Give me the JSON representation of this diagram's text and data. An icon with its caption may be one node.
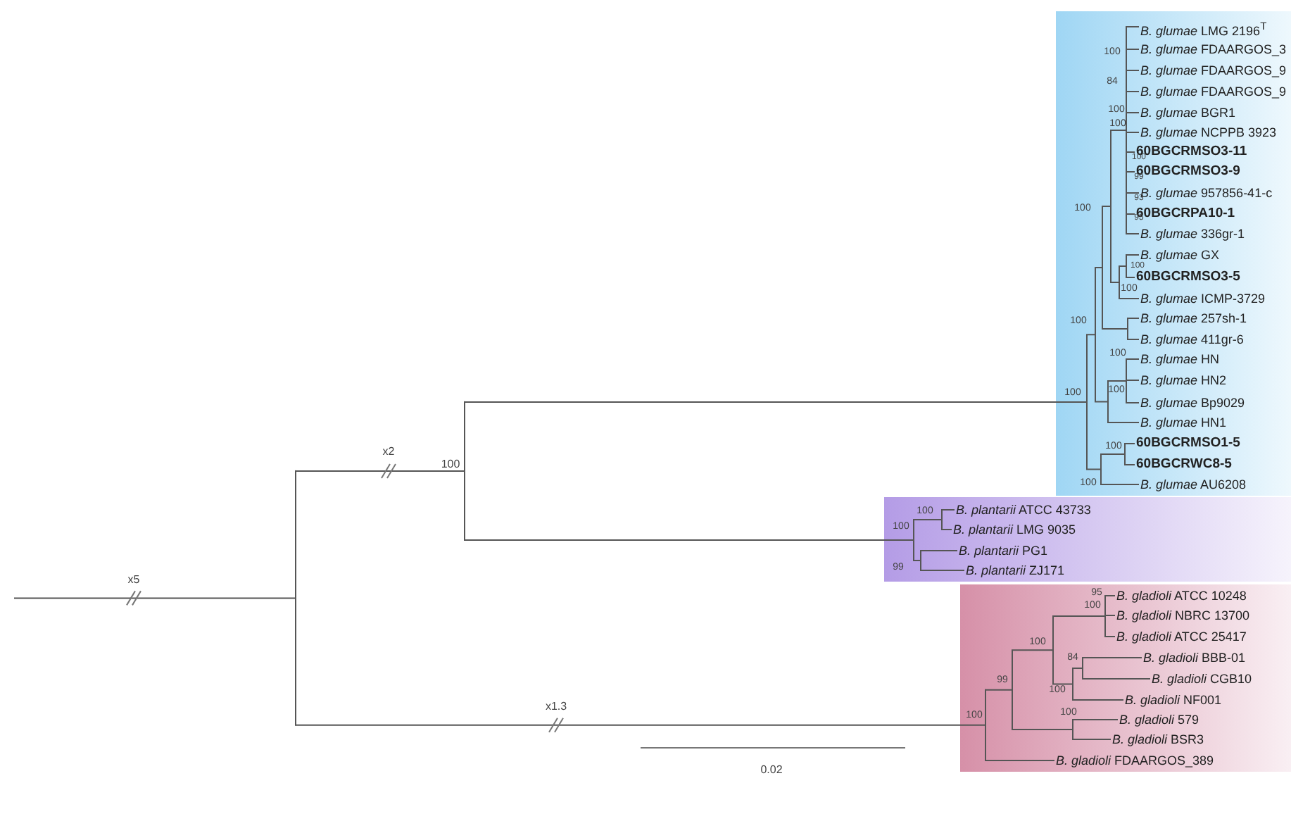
{
  "diagram": {
    "nodes": [
      {
        "text": [],
        "shape": "box"
      },
      {
        "text": [
          "*B. glumae* LMG 2196$^{T}$"
        ],
        "in": 0
      },
      {
        "text": [
          "*B. glumae* FDAARGOS_3"
        ],
        "in": 0
      },
      {
        "text": [
          "*B. glumae* FDAARGOS_9"
        ],
        "in": 0
      },
      {
        "text": [
          "*B. glumae* FDAARGOS_9"
        ],
        "in": 0
      },
      {
        "text": [
          "*B. glumae* BGR1"
        ],
        "in": 0
      },
      {
        "text": [
          "*B. glumae* NCPPB 3923"
        ],
        "in": 0
      },
      {
        "text": [
          "60BGCRMSO3-11"
        ],
        "in": 0
      },
      {
        "text": [
          "60BGCRMSO3-9"
        ],
        "in": 0
      },
      {
        "text": [
          "*B. glumae* 957856-41-c"
        ],
        "in": 0
      },
      {
        "text": [
          "60BGCRPA10-1"
        ],
        "in": 0
      },
      {
        "text": [
          "*B. glumae* 336gr-1"
        ],
        "in": 0
      },
      {
        "text": [
          "*B. glumae* GX"
        ],
        "in": 0
      },
      {
        "text": [
          "60BGCRMSO3-5"
        ],
        "in": 0
      },
      {
        "text": [
          "*B. glumae* ICMP-3729"
        ],
        "in": 0
      },
      {
        "text": [
          "*B. glumae* 257sh-1"
        ],
        "in": 0
      },
      {
        "text": [
          "*B. glumae* 411gr-6"
        ],
        "in": 0
      },
      {
        "text": [
          "*B. glumae* HN"
        ],
        "in": 0
      },
      {
        "text": [
          "*B. glumae* HN2"
        ],
        "in": 0
      },
      {
        "text": [
          "*B. glumae* Bp9029"
        ],
        "in": 0
      },
      {
        "text": [
          "*B. glumae* HN1"
        ],
        "in": 0
      },
      {
        "text": [
          "60BGCRMSO1-5"
        ],
        "in": 0
      },
      {
        "text": [
          "60BGCRWC8-5"
        ],
        "in": 0
      },
      {
        "text": [
          "*B. glumae* AU6208"
        ],
        "in": 0
      },
      {
        "text": [],
        "shape": "box"
      },
      {
        "text": [
          "*B. plantarii* ATCC 43733"
        ],
        "in": 24
      },
      {
        "text": [
          "*B. plantarii* LMG 9035"
        ],
        "in": 24
      },
      {
        "text": [
          "*B. plantarii* PG1"
        ],
        "in": 24
      },
      {
        "text": [
          "*B. plantarii* ZJ171"
        ],
        "in": 24
      },
      {
        "text": [],
        "shape": "box"
      },
      {
        "text": [
          "*B. gladioli* ATCC 10248"
        ],
        "in": 29
      },
      {
        "text": [
          "*B. gladioli* NBRC 13700"
        ],
        "in": 29
      },
      {
        "text": [
          "*B. gladioli* ATCC 25417"
        ],
        "in": 29
      },
      {
        "text": [
          "*B. gladioli* BBB-01"
        ],
        "in": 29
      },
      {
        "text": [
          "*B. gladioli* CGB10"
        ],
        "in": 29
      },
      {
        "text": [
          "*B. gladioli* NF001"
        ],
        "in": 29
      },
      {
        "text": [
          "*B. gladioli* 579"
        ],
        "in": 29
      },
      {
        "text": [
          "*B. gladioli* BSR3"
        ],
        "in": 29
      },
      {
        "text": [
          "*B. gladioli* FDAARGOS_389"
        ],
        "in": 29
      },
      {
        "text": [],
        "shape": "bar"
      },
      {
        "text": [],
        "shape": "bar"
      },
      {
        "text": [],
        "shape": "bar",
        "in": 0
      },
      {
        "text": [],
        "shape": "bar",
        "in": 0
      },
      {
        "text": [],
        "shape": "bar",
        "in": 0
      },
      {
        "text": [],
        "shape": "bar",
        "in": 0
      },
      {
        "text": [],
        "shape": "bar",
        "in": 0
      },
      {
        "text": [],
        "shape": "bar",
        "in": 0
      },
      {
        "text": [],
        "shape": "bar",
        "in": 0
      },
      {
        "text": [],
        "shape": "bar",
        "in": 0
      },
      {
        "text": [],
        "shape": "bar",
        "in": 0
      },
      {
        "text": [],
        "shape": "bar",
        "in": 0
      },
      {
        "text": [],
        "shape": "bar",
        "in": 0
      },
      {
        "text": [],
        "shape": "bar",
        "in": 0
      },
      {
        "text": [],
        "shape": "bar",
        "in": 24
      },
      {
        "text": [],
        "shape": "bar",
        "in": 24
      },
      {
        "text": [],
        "shape": "bar",
        "in": 24
      },
      {
        "text": [],
        "shape": "bar",
        "in": 29
      },
      {
        "text": [],
        "shape": "bar",
        "in": 29
      },
      {
        "text": [],
        "shape": "bar",
        "in": 29
      },
      {
        "text": [],
        "shape": "bar",
        "in": 29
      },
      {
        "text": [],
        "shape": "bar",
        "in": 29
      },
      {
        "text": [],
        "shape": "bar",
        "in": 29
      },
      {
        "text": [],
        "shape": "bar",
        "in": 29
      }
    ],
    "edges": [
      {
        "from": null,
        "to": 39,
        "arrow": "none",
        "label": "x5"
      },
      {
        "from": 39,
        "to": 40,
        "arrow": "none",
        "label": "x2"
      },
      {
        "from": 39,
        "to": 56,
        "arrow": "none",
        "label": "x1.3"
      },
      {
        "from": 40,
        "to": 41,
        "arrow": "none"
      },
      {
        "from": 40,
        "to": 53,
        "arrow": "none"
      },
      {
        "from": 41,
        "to": 42,
        "arrow": "none"
      },
      {
        "from": 41,
        "to": 51,
        "arrow": "none"
      },
      {
        "from": 42,
        "to": 43,
        "arrow": "none"
      },
      {
        "from": 42,
        "to": 49,
        "arrow": "none"
      },
      {
        "from": 43,
        "to": 44,
        "arrow": "none"
      },
      {
        "from": 43,
        "to": 48,
        "arrow": "none"
      },
      {
        "from": 44,
        "to": 45,
        "arrow": "none"
      },
      {
        "from": 44,
        "to": 46,
        "arrow": "none"
      },
      {
        "from": 45,
        "to": 1,
        "arrow": "none"
      },
      {
        "from": 45,
        "to": 2,
        "arrow": "none"
      },
      {
        "from": 45,
        "to": 3,
        "arrow": "none"
      },
      {
        "from": 45,
        "to": 4,
        "arrow": "none"
      },
      {
        "from": 45,
        "to": 5,
        "arrow": "none"
      },
      {
        "from": 45,
        "to": 6,
        "arrow": "none"
      },
      {
        "from": 45,
        "to": 7,
        "arrow": "none"
      },
      {
        "from": 45,
        "to": 8,
        "arrow": "none"
      },
      {
        "from": 45,
        "to": 9,
        "arrow": "none"
      },
      {
        "from": 45,
        "to": 10,
        "arrow": "none"
      },
      {
        "from": 45,
        "to": 11,
        "arrow": "none"
      },
      {
        "from": 46,
        "to": 47,
        "arrow": "none"
      },
      {
        "from": 46,
        "to": 14,
        "arrow": "none"
      },
      {
        "from": 47,
        "to": 12,
        "arrow": "none"
      },
      {
        "from": 47,
        "to": 13,
        "arrow": "none"
      },
      {
        "from": 48,
        "to": 15,
        "arrow": "none"
      },
      {
        "from": 48,
        "to": 16,
        "arrow": "none"
      },
      {
        "from": 49,
        "to": 50,
        "arrow": "none"
      },
      {
        "from": 49,
        "to": 20,
        "arrow": "none"
      },
      {
        "from": 50,
        "to": 17,
        "arrow": "none"
      },
      {
        "from": 50,
        "to": 18,
        "arrow": "none"
      },
      {
        "from": 50,
        "to": 19,
        "arrow": "none"
      },
      {
        "from": 51,
        "to": 52,
        "arrow": "none"
      },
      {
        "from": 51,
        "to": 23,
        "arrow": "none"
      },
      {
        "from": 52,
        "to": 21,
        "arrow": "none"
      },
      {
        "from": 52,
        "to": 22,
        "arrow": "none"
      },
      {
        "from": 53,
        "to": 54,
        "arrow": "none"
      },
      {
        "from": 53,
        "to": 55,
        "arrow": "none"
      },
      {
        "from": 54,
        "to": 25,
        "arrow": "none"
      },
      {
        "from": 54,
        "to": 26,
        "arrow": "none"
      },
      {
        "from": 55,
        "to": 27,
        "arrow": "none"
      },
      {
        "from": 55,
        "to": 28,
        "arrow": "none"
      },
      {
        "from": 56,
        "to": 57,
        "arrow": "none"
      },
      {
        "from": 56,
        "to": 38,
        "arrow": "none"
      },
      {
        "from": 57,
        "to": 58,
        "arrow": "none"
      },
      {
        "from": 57,
        "to": 62,
        "arrow": "none"
      },
      {
        "from": 58,
        "to": 59,
        "arrow": "none"
      },
      {
        "from": 58,
        "to": 60,
        "arrow": "none"
      },
      {
        "from": 59,
        "to": 30,
        "arrow": "none"
      },
      {
        "from": 59,
        "to": 31,
        "arrow": "none"
      },
      {
        "from": 59,
        "to": 32,
        "arrow": "none"
      },
      {
        "from": 60,
        "to": 61,
        "arrow": "none"
      },
      {
        "from": 60,
        "to": 35,
        "arrow": "none"
      },
      {
        "from": 61,
        "to": 33,
        "arrow": "none"
      },
      {
        "from": 61,
        "to": 34,
        "arrow": "none"
      },
      {
        "from": 62,
        "to": 36,
        "arrow": "none"
      },
      {
        "from": 62,
        "to": 37,
        "arrow": "none"
      }
    ],
    "labels": [
      "100",
      "84",
      "100",
      "100",
      "100",
      "99",
      "93",
      "100",
      "95",
      "100",
      "100",
      "100",
      "100",
      "100",
      "100",
      "100",
      "100",
      "100",
      "100",
      "100",
      "99",
      "95",
      "100",
      "100",
      "84",
      "99",
      "100",
      "100",
      "100",
      "0.02"
    ]
  }
}
